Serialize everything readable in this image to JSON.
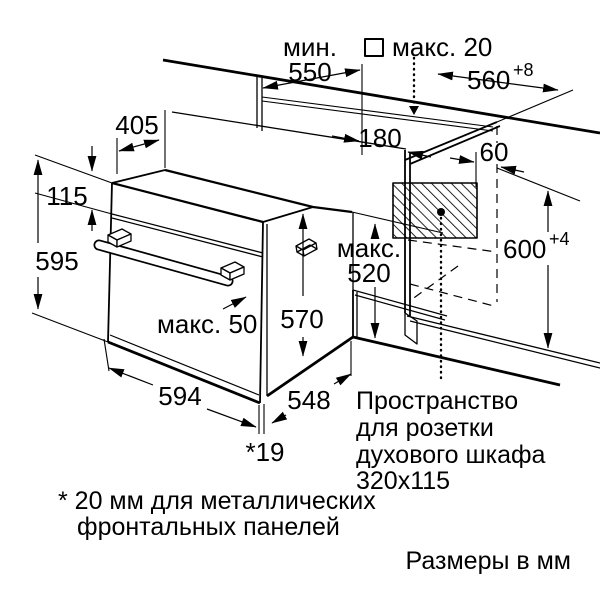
{
  "diagram": {
    "kind": "oven-installation-drawing",
    "units_note": "Размеры в мм",
    "colors": {
      "line": "#000000",
      "background": "#ffffff"
    }
  },
  "dims": {
    "min_label": "мин.",
    "d550": "550",
    "maks20": "макс. 20",
    "d560": "560",
    "d560_sup": "+8",
    "d405": "405",
    "d115": "115",
    "d595": "595",
    "d180": "180",
    "d60": "60",
    "maks_label": "макс.",
    "d520": "520",
    "d570": "570",
    "maks50": "макс. 50",
    "d594": "594",
    "d548": "548",
    "d19": "*19",
    "d600": "600",
    "d600_sup": "+4"
  },
  "annotations": {
    "socket_lines": [
      "Пространство",
      "для розетки",
      "духового шкафа",
      "320x115"
    ],
    "footnote_lines": [
      "* 20 мм для металлических",
      "фронтальных панелей"
    ],
    "units_note": "Размеры в мм"
  }
}
